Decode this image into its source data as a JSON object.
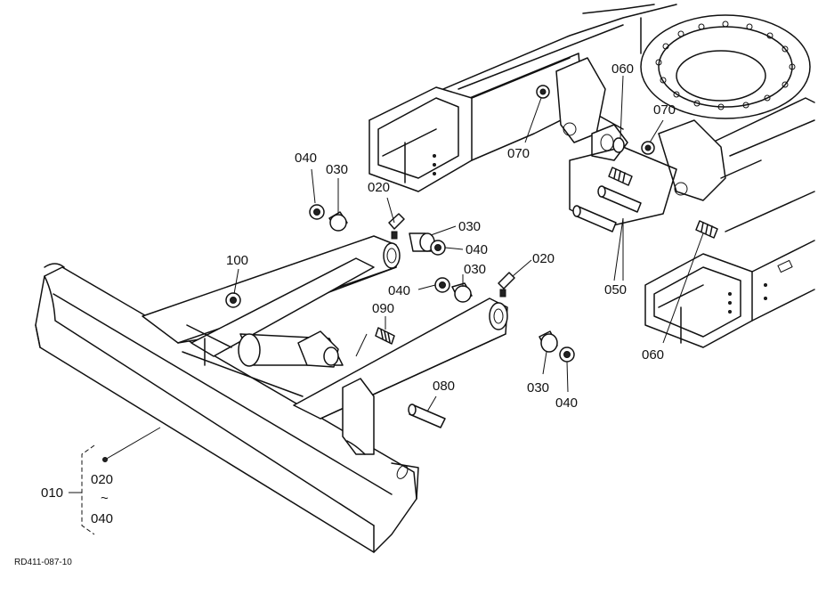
{
  "diagram": {
    "reference_code": "RD411-087-10",
    "callouts": [
      {
        "id": "c010",
        "text": "010"
      },
      {
        "id": "c020a",
        "text": "020"
      },
      {
        "id": "c020b",
        "text": "020"
      },
      {
        "id": "c030a",
        "text": "030"
      },
      {
        "id": "c030b",
        "text": "030"
      },
      {
        "id": "c030c",
        "text": "030"
      },
      {
        "id": "c030d",
        "text": "030"
      },
      {
        "id": "c040a",
        "text": "040"
      },
      {
        "id": "c040b",
        "text": "040"
      },
      {
        "id": "c040c",
        "text": "040"
      },
      {
        "id": "c040d",
        "text": "040"
      },
      {
        "id": "c050",
        "text": "050"
      },
      {
        "id": "c060a",
        "text": "060"
      },
      {
        "id": "c060b",
        "text": "060"
      },
      {
        "id": "c070a",
        "text": "070"
      },
      {
        "id": "c070b",
        "text": "070"
      },
      {
        "id": "c080",
        "text": "080"
      },
      {
        "id": "c090",
        "text": "090"
      },
      {
        "id": "c100",
        "text": "100"
      }
    ],
    "assembly_group": {
      "range_start": "020",
      "range_tilde": "~",
      "range_end": "040"
    }
  }
}
